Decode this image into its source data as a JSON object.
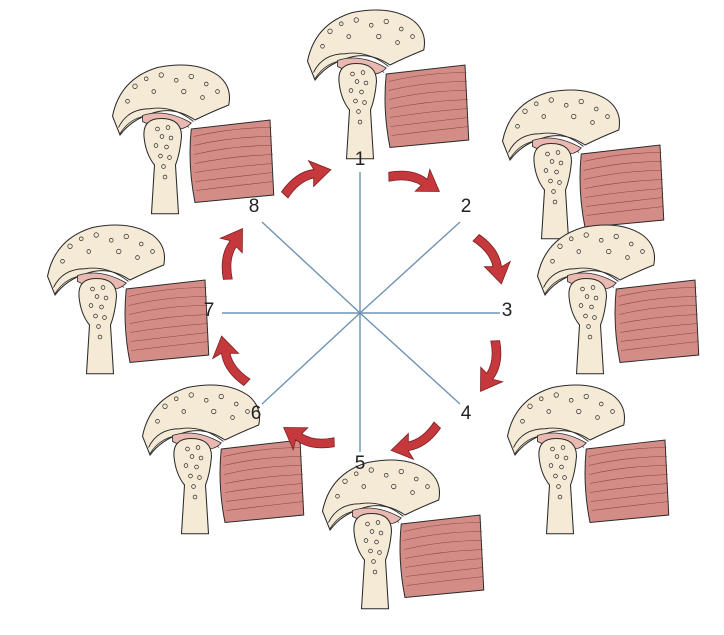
{
  "diagram": {
    "labels": [
      "1",
      "2",
      "3",
      "4",
      "5",
      "6",
      "7",
      "8"
    ]
  },
  "colors": {
    "bone": "#f5ead6",
    "disc": "#e9b8b0",
    "muscle": "#d48c86",
    "arrow": "#c5393d",
    "spokes": "#6f93b5",
    "outline": "#2a2a2a"
  }
}
